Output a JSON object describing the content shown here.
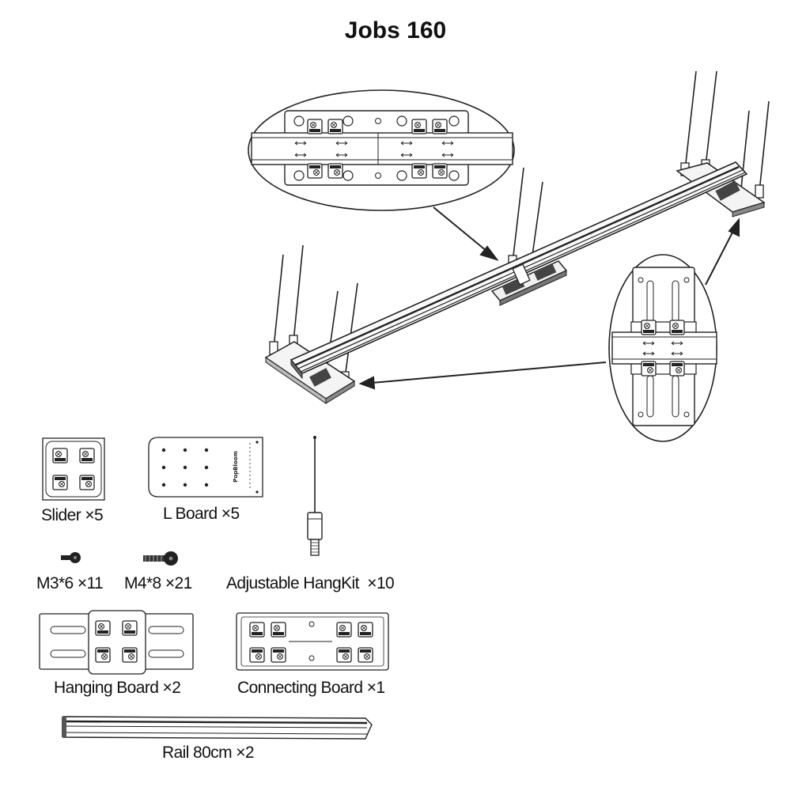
{
  "title": "Jobs 160",
  "brand_stamp": "PopBloom",
  "parts": [
    {
      "name": "Slider",
      "qty": "×5",
      "label": "Slider ×5"
    },
    {
      "name": "L Board",
      "qty": "×5",
      "label": "L Board ×5"
    },
    {
      "name": "M3*6",
      "qty": "×11",
      "label": "M3*6 ×11"
    },
    {
      "name": "M4*8",
      "qty": "×21",
      "label": "M4*8 ×21"
    },
    {
      "name": "Adjustable HangKit",
      "qty": "×10",
      "label": "Adjustable HangKit  ×10"
    },
    {
      "name": "Hanging Board",
      "qty": "×2",
      "label": "Hanging Board ×2"
    },
    {
      "name": "Connecting Board",
      "qty": "×1",
      "label": "Connecting Board ×1"
    },
    {
      "name": "Rail 80cm",
      "qty": "×2",
      "label": "Rail 80cm ×2"
    }
  ]
}
